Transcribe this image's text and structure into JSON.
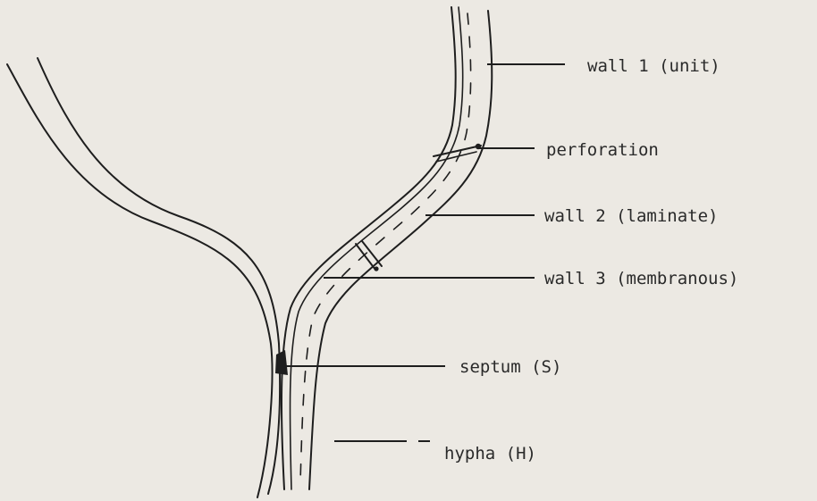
{
  "labels": {
    "wall1": "wall 1 (unit)",
    "perforation": "perforation",
    "wall2": "wall 2 (laminate)",
    "wall3": "wall 3 (membranous)",
    "septum": "septum (S)",
    "hypha": "hypha (H)"
  },
  "colors": {
    "paper": "#ece9e3",
    "ink": "#1e1e1e"
  }
}
